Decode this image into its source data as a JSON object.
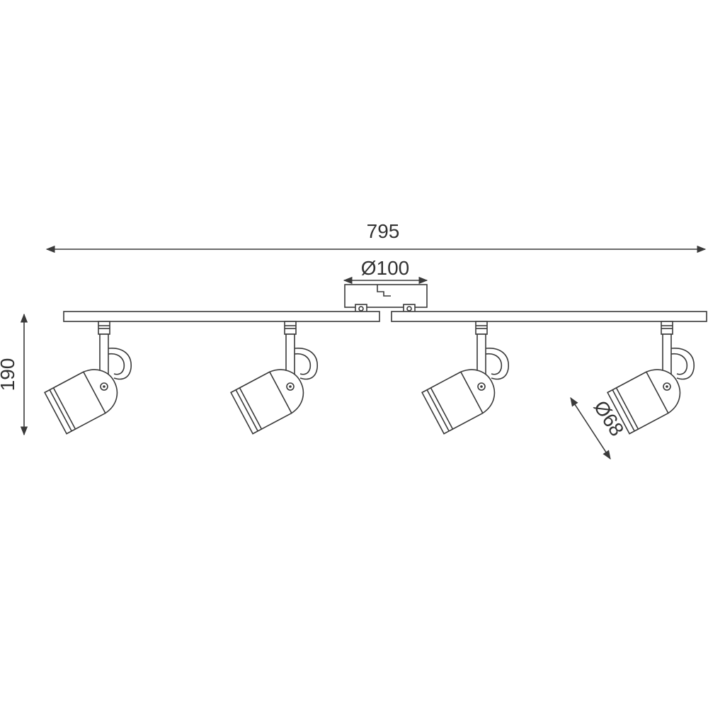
{
  "dimensions": {
    "overall_length": "795",
    "overall_height": "190",
    "canopy_diameter": "Ø100",
    "spot_diameter": "Ø68"
  },
  "colors": {
    "line": "#3a3a3a",
    "text": "#333333",
    "background": "#ffffff"
  },
  "spotlights": [
    {
      "id": "spot-1"
    },
    {
      "id": "spot-2"
    },
    {
      "id": "spot-3"
    },
    {
      "id": "spot-4"
    }
  ]
}
